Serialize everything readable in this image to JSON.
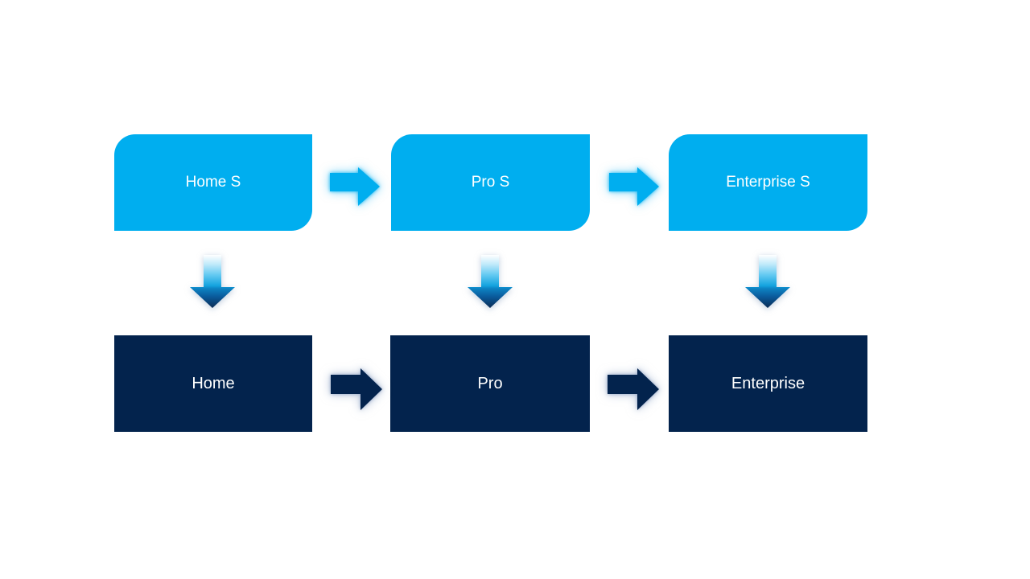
{
  "diagram": {
    "background": "#FFFFFF",
    "colors": {
      "cyan": "#00AEEF",
      "navy": "#03234D",
      "label_text": "#FFFFFF",
      "down_arrow_gradient": [
        "#FFFFFF",
        "#BFE9FA",
        "#62C9F1",
        "#14A3DF",
        "#0D84C4",
        "#0A5C9D",
        "#0B2C55"
      ]
    },
    "top_row": [
      {
        "label": "Home S"
      },
      {
        "label": "Pro S"
      },
      {
        "label": "Enterprise S"
      }
    ],
    "bottom_row": [
      {
        "label": "Home"
      },
      {
        "label": "Pro"
      },
      {
        "label": "Enterprise"
      }
    ],
    "connections": [
      {
        "from": "Home S",
        "to": "Pro S",
        "type": "right-arrow"
      },
      {
        "from": "Pro S",
        "to": "Enterprise S",
        "type": "right-arrow"
      },
      {
        "from": "Home",
        "to": "Pro",
        "type": "right-arrow"
      },
      {
        "from": "Pro",
        "to": "Enterprise",
        "type": "right-arrow"
      },
      {
        "from": "Home S",
        "to": "Home",
        "type": "down-arrow"
      },
      {
        "from": "Pro S",
        "to": "Pro",
        "type": "down-arrow"
      },
      {
        "from": "Enterprise S",
        "to": "Enterprise",
        "type": "down-arrow"
      }
    ]
  }
}
